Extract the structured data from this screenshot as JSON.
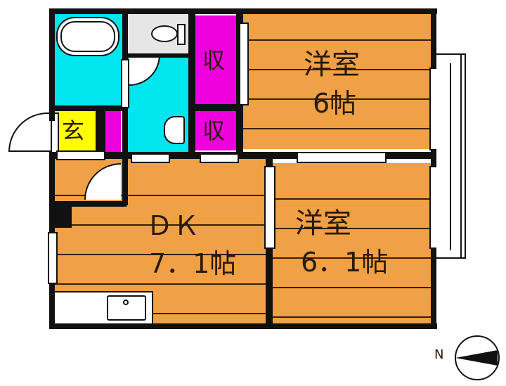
{
  "floorplan": {
    "rooms": {
      "western_room_1": {
        "name": "洋室",
        "size": "6帖"
      },
      "western_room_2": {
        "name": "洋室",
        "size": "6．1帖"
      },
      "dining_kitchen": {
        "name": "ＤＫ",
        "size": "7．1帖"
      },
      "storage_1": {
        "name": "収"
      },
      "storage_2": {
        "name": "収"
      },
      "entrance": {
        "name": "玄"
      }
    },
    "compass": {
      "direction_label": "N"
    },
    "colors": {
      "floor": "#f0a045",
      "wet_area": "#00e5ee",
      "storage": "#ee00dd",
      "entrance": "#ffff00",
      "toilet": "#e6e6e6",
      "wall": "#111111"
    }
  }
}
